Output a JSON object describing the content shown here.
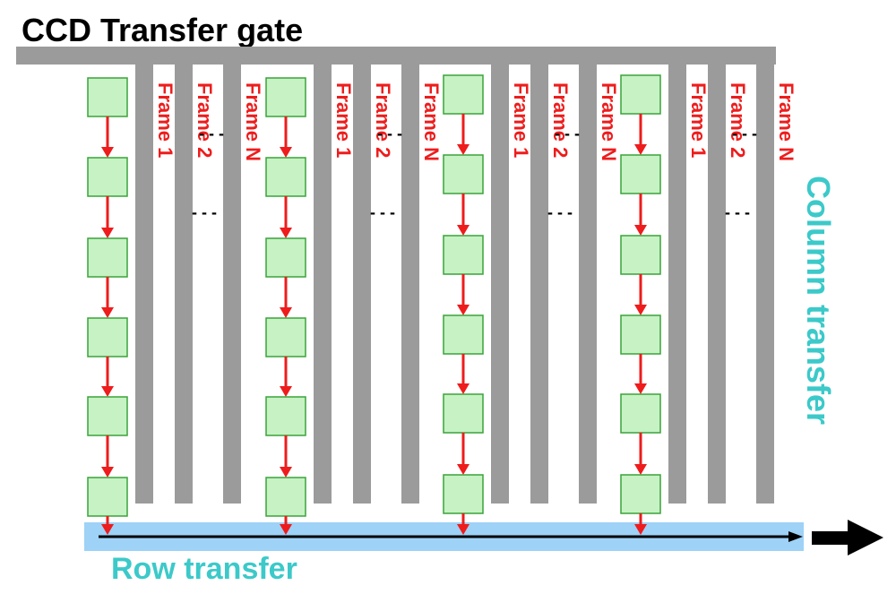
{
  "title": "CCD Transfer gate",
  "column_transfer_label": "Column transfer",
  "row_transfer_label": "Row transfer",
  "frame_labels": [
    "Frame 1",
    "Frame 2",
    "Frame N"
  ],
  "ellipsis": "- - -",
  "colors": {
    "gate": "#9b9b9b",
    "cell_fill": "#c6f2c4",
    "cell_stroke": "#3aa33a",
    "arrow": "#ee1c1c",
    "frame_text": "#ee1c1c",
    "row_bar": "#9ed2f7",
    "row_arrow": "#000000",
    "teal_text": "#3cc9c9",
    "title_text": "#000000"
  },
  "groups": 4,
  "cells_per_column": 6
}
